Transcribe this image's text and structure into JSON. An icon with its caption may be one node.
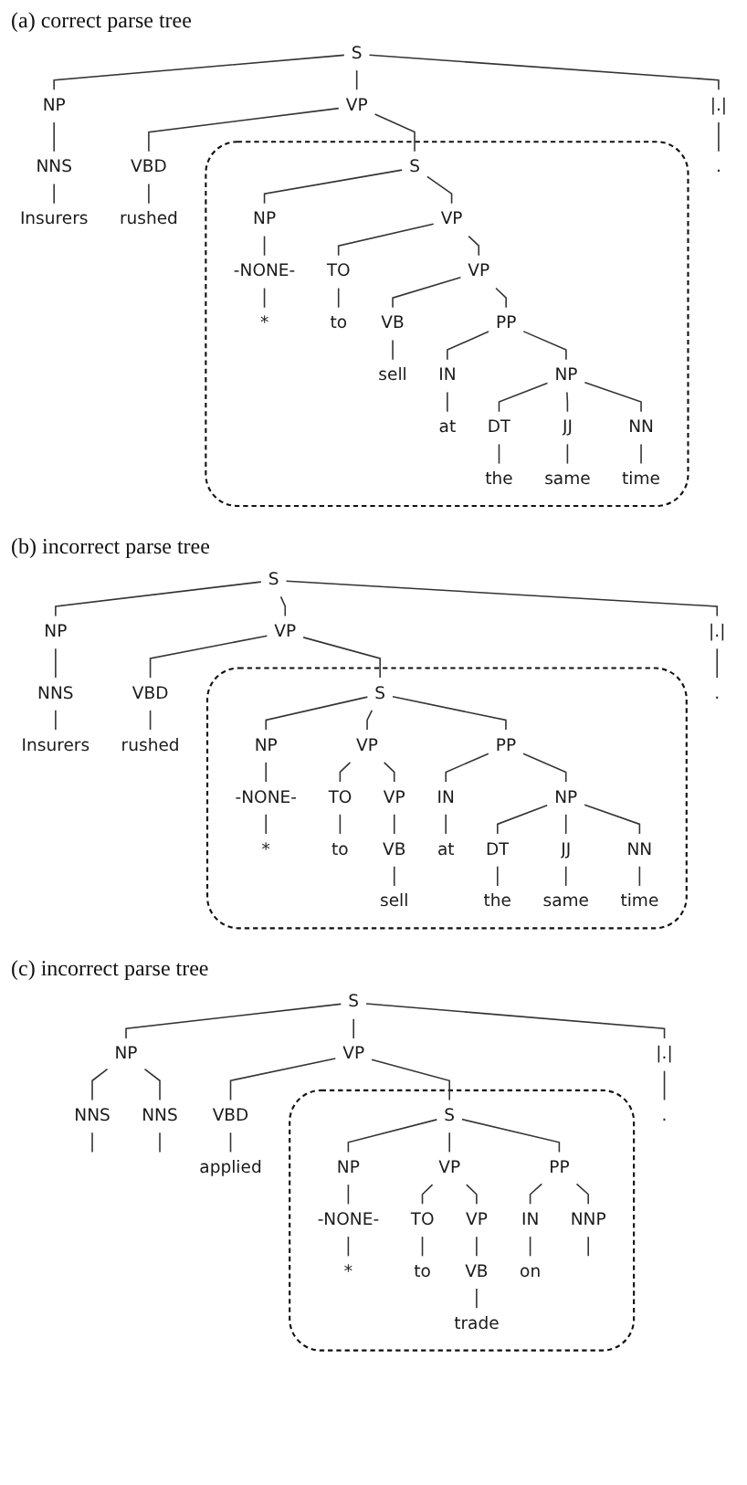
{
  "diagram": {
    "nodes": [
      {
        "text": [
          "S"
        ]
      },
      {
        "text": [
          "NP"
        ]
      },
      {
        "text": [
          "NNS"
        ]
      },
      {
        "text": [
          "Insurers"
        ]
      },
      {
        "text": [
          "VP"
        ]
      },
      {
        "text": [
          "VBD"
        ]
      },
      {
        "text": [
          "rushed"
        ]
      },
      {
        "text": [],
        "shape": "box"
      },
      {
        "text": [
          "S"
        ],
        "in": 7
      },
      {
        "text": [
          "NP"
        ],
        "in": 7
      },
      {
        "text": [
          "-NONE-"
        ],
        "in": 7
      },
      {
        "text": [
          "*"
        ],
        "in": 7
      },
      {
        "text": [
          "VP"
        ],
        "in": 7
      },
      {
        "text": [
          "TO"
        ],
        "in": 7
      },
      {
        "text": [
          "to"
        ],
        "in": 7
      },
      {
        "text": [
          "VP"
        ],
        "in": 7
      },
      {
        "text": [
          "VB"
        ],
        "in": 7
      },
      {
        "text": [
          "sell"
        ],
        "in": 7
      },
      {
        "text": [
          "PP"
        ],
        "in": 7
      },
      {
        "text": [
          "IN"
        ],
        "in": 7
      },
      {
        "text": [
          "at"
        ],
        "in": 7
      },
      {
        "text": [
          "NP"
        ],
        "in": 7
      },
      {
        "text": [
          "DT"
        ],
        "in": 7
      },
      {
        "text": [
          "the"
        ],
        "in": 7
      },
      {
        "text": [
          "JJ"
        ],
        "in": 7
      },
      {
        "text": [
          "same"
        ],
        "in": 7
      },
      {
        "text": [
          "NN"
        ],
        "in": 7
      },
      {
        "text": [
          "time"
        ],
        "in": 7
      },
      {
        "text": [
          "|.|"
        ]
      },
      {
        "text": [
          "."
        ]
      },
      {
        "text": [
          "S"
        ]
      },
      {
        "text": [
          "NP"
        ]
      },
      {
        "text": [
          "NNS"
        ]
      },
      {
        "text": [
          "Insurers"
        ]
      },
      {
        "text": [
          "VP"
        ]
      },
      {
        "text": [
          "VBD"
        ]
      },
      {
        "text": [
          "rushed"
        ]
      },
      {
        "text": [],
        "shape": "box"
      },
      {
        "text": [
          "S"
        ],
        "in": 37
      },
      {
        "text": [
          "NP"
        ],
        "in": 37
      },
      {
        "text": [
          "-NONE-"
        ],
        "in": 37
      },
      {
        "text": [
          "*"
        ],
        "in": 37
      },
      {
        "text": [
          "VP"
        ],
        "in": 37
      },
      {
        "text": [
          "TO"
        ],
        "in": 37
      },
      {
        "text": [
          "to"
        ],
        "in": 37
      },
      {
        "text": [
          "VP"
        ],
        "in": 37
      },
      {
        "text": [
          "VB"
        ],
        "in": 37
      },
      {
        "text": [
          "sell"
        ],
        "in": 37
      },
      {
        "text": [
          "PP"
        ],
        "in": 37
      },
      {
        "text": [
          "IN"
        ],
        "in": 37
      },
      {
        "text": [
          "at"
        ],
        "in": 37
      },
      {
        "text": [
          "NP"
        ],
        "in": 37
      },
      {
        "text": [
          "DT"
        ],
        "in": 37
      },
      {
        "text": [
          "the"
        ],
        "in": 37
      },
      {
        "text": [
          "JJ"
        ],
        "in": 37
      },
      {
        "text": [
          "same"
        ],
        "in": 37
      },
      {
        "text": [
          "NN"
        ],
        "in": 37
      },
      {
        "text": [
          "time"
        ],
        "in": 37
      },
      {
        "text": [
          "|.|"
        ]
      },
      {
        "text": [
          "."
        ]
      },
      {
        "text": [
          "S"
        ]
      },
      {
        "text": [
          "NP"
        ]
      },
      {
        "text": [
          "NNS"
        ]
      },
      {
        "text": [
          "NNS"
        ]
      },
      {
        "text": [
          "VP"
        ]
      },
      {
        "text": [
          "VBD"
        ]
      },
      {
        "text": [
          "applied"
        ]
      },
      {
        "text": [],
        "shape": "box"
      },
      {
        "text": [
          "S"
        ],
        "in": 67
      },
      {
        "text": [
          "NP"
        ],
        "in": 67
      },
      {
        "text": [
          "-NONE-"
        ],
        "in": 67
      },
      {
        "text": [
          "*"
        ],
        "in": 67
      },
      {
        "text": [
          "VP"
        ],
        "in": 67
      },
      {
        "text": [
          "TO"
        ],
        "in": 67
      },
      {
        "text": [
          "to"
        ],
        "in": 67
      },
      {
        "text": [
          "VP"
        ],
        "in": 67
      },
      {
        "text": [
          "VB"
        ],
        "in": 67
      },
      {
        "text": [
          "trade"
        ],
        "in": 67
      },
      {
        "text": [
          "PP"
        ],
        "in": 67
      },
      {
        "text": [
          "IN"
        ],
        "in": 67
      },
      {
        "text": [
          "on"
        ],
        "in": 67
      },
      {
        "text": [
          "NNP"
        ],
        "in": 67
      },
      {
        "text": [
          "|.|"
        ]
      },
      {
        "text": [
          "."
        ]
      }
    ],
    "edges": [
      {
        "from": 0,
        "to": 1,
        "arrow": "none"
      },
      {
        "from": 1,
        "to": 2,
        "arrow": "none"
      },
      {
        "from": 2,
        "to": 3,
        "arrow": "none"
      },
      {
        "from": 0,
        "to": 4,
        "arrow": "none"
      },
      {
        "from": 4,
        "to": 5,
        "arrow": "none"
      },
      {
        "from": 5,
        "to": 6,
        "arrow": "none"
      },
      {
        "from": 4,
        "to": 8,
        "arrow": "none"
      },
      {
        "from": 8,
        "to": 9,
        "arrow": "none"
      },
      {
        "from": 9,
        "to": 10,
        "arrow": "none"
      },
      {
        "from": 10,
        "to": 11,
        "arrow": "none"
      },
      {
        "from": 8,
        "to": 12,
        "arrow": "none"
      },
      {
        "from": 12,
        "to": 13,
        "arrow": "none"
      },
      {
        "from": 13,
        "to": 14,
        "arrow": "none"
      },
      {
        "from": 12,
        "to": 15,
        "arrow": "none"
      },
      {
        "from": 15,
        "to": 16,
        "arrow": "none"
      },
      {
        "from": 16,
        "to": 17,
        "arrow": "none"
      },
      {
        "from": 15,
        "to": 18,
        "arrow": "none"
      },
      {
        "from": 18,
        "to": 19,
        "arrow": "none"
      },
      {
        "from": 19,
        "to": 20,
        "arrow": "none"
      },
      {
        "from": 18,
        "to": 21,
        "arrow": "none"
      },
      {
        "from": 21,
        "to": 22,
        "arrow": "none"
      },
      {
        "from": 22,
        "to": 23,
        "arrow": "none"
      },
      {
        "from": 21,
        "to": 24,
        "arrow": "none"
      },
      {
        "from": 24,
        "to": 25,
        "arrow": "none"
      },
      {
        "from": 21,
        "to": 26,
        "arrow": "none"
      },
      {
        "from": 26,
        "to": 27,
        "arrow": "none"
      },
      {
        "from": 0,
        "to": 28,
        "arrow": "none"
      },
      {
        "from": 28,
        "to": 29,
        "arrow": "none"
      },
      {
        "from": 30,
        "to": 31,
        "arrow": "none"
      },
      {
        "from": 31,
        "to": 32,
        "arrow": "none"
      },
      {
        "from": 32,
        "to": 33,
        "arrow": "none"
      },
      {
        "from": 30,
        "to": 34,
        "arrow": "none"
      },
      {
        "from": 34,
        "to": 35,
        "arrow": "none"
      },
      {
        "from": 35,
        "to": 36,
        "arrow": "none"
      },
      {
        "from": 34,
        "to": 38,
        "arrow": "none"
      },
      {
        "from": 38,
        "to": 39,
        "arrow": "none"
      },
      {
        "from": 39,
        "to": 40,
        "arrow": "none"
      },
      {
        "from": 40,
        "to": 41,
        "arrow": "none"
      },
      {
        "from": 38,
        "to": 42,
        "arrow": "none"
      },
      {
        "from": 42,
        "to": 43,
        "arrow": "none"
      },
      {
        "from": 43,
        "to": 44,
        "arrow": "none"
      },
      {
        "from": 42,
        "to": 45,
        "arrow": "none"
      },
      {
        "from": 45,
        "to": 46,
        "arrow": "none"
      },
      {
        "from": 46,
        "to": 47,
        "arrow": "none"
      },
      {
        "from": 38,
        "to": 48,
        "arrow": "none"
      },
      {
        "from": 48,
        "to": 49,
        "arrow": "none"
      },
      {
        "from": 49,
        "to": 50,
        "arrow": "none"
      },
      {
        "from": 48,
        "to": 51,
        "arrow": "none"
      },
      {
        "from": 51,
        "to": 52,
        "arrow": "none"
      },
      {
        "from": 52,
        "to": 53,
        "arrow": "none"
      },
      {
        "from": 51,
        "to": 54,
        "arrow": "none"
      },
      {
        "from": 54,
        "to": 55,
        "arrow": "none"
      },
      {
        "from": 51,
        "to": 56,
        "arrow": "none"
      },
      {
        "from": 56,
        "to": 57,
        "arrow": "none"
      },
      {
        "from": 30,
        "to": 58,
        "arrow": "none"
      },
      {
        "from": 58,
        "to": 59,
        "arrow": "none"
      },
      {
        "from": 60,
        "to": 61,
        "arrow": "none"
      },
      {
        "from": 61,
        "to": 62,
        "arrow": "none"
      },
      {
        "from": 62,
        "to": null,
        "arrow": "none"
      },
      {
        "from": 61,
        "to": 63,
        "arrow": "none"
      },
      {
        "from": 63,
        "to": null,
        "arrow": "none"
      },
      {
        "from": 60,
        "to": 64,
        "arrow": "none"
      },
      {
        "from": 64,
        "to": 65,
        "arrow": "none"
      },
      {
        "from": 65,
        "to": 66,
        "arrow": "none"
      },
      {
        "from": 64,
        "to": 68,
        "arrow": "none"
      },
      {
        "from": 68,
        "to": 69,
        "arrow": "none"
      },
      {
        "from": 69,
        "to": 70,
        "arrow": "none"
      },
      {
        "from": 70,
        "to": 71,
        "arrow": "none"
      },
      {
        "from": 68,
        "to": 72,
        "arrow": "none"
      },
      {
        "from": 72,
        "to": 73,
        "arrow": "none"
      },
      {
        "from": 73,
        "to": 74,
        "arrow": "none"
      },
      {
        "from": 72,
        "to": 75,
        "arrow": "none"
      },
      {
        "from": 75,
        "to": 76,
        "arrow": "none"
      },
      {
        "from": 76,
        "to": 77,
        "arrow": "none"
      },
      {
        "from": 68,
        "to": 78,
        "arrow": "none"
      },
      {
        "from": 78,
        "to": 79,
        "arrow": "none"
      },
      {
        "from": 79,
        "to": 80,
        "arrow": "none"
      },
      {
        "from": 78,
        "to": 81,
        "arrow": "none"
      },
      {
        "from": 81,
        "to": null,
        "arrow": "none"
      },
      {
        "from": 60,
        "to": 82,
        "arrow": "none"
      },
      {
        "from": 82,
        "to": 83,
        "arrow": "none"
      }
    ],
    "labels": [
      "(a) correct parse tree",
      "(b) incorrect parse tree",
      "(c) incorrect parse tree"
    ]
  }
}
